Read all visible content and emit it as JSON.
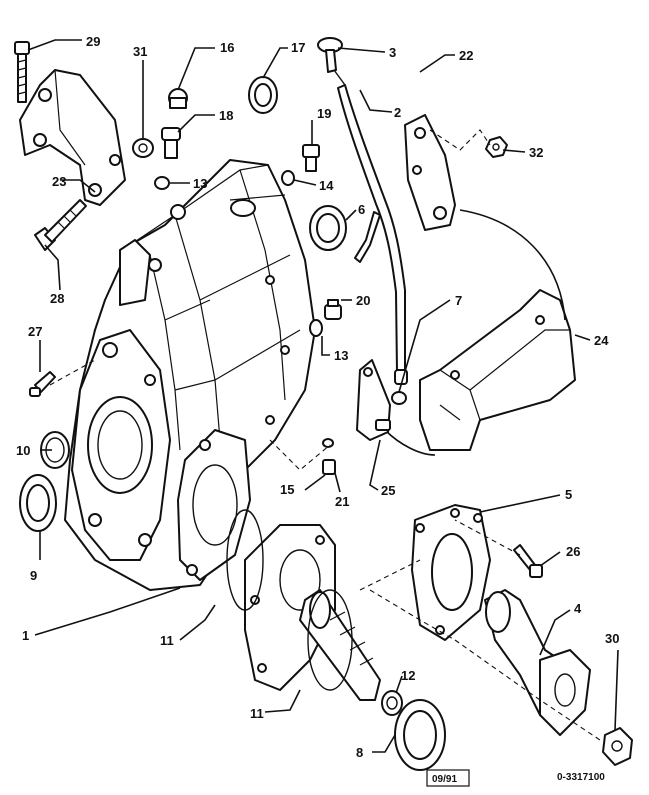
{
  "diagram": {
    "callouts": {
      "c1": "1",
      "c2": "2",
      "c3": "3",
      "c4": "4",
      "c5": "5",
      "c6": "6",
      "c7": "7",
      "c8": "8",
      "c9": "9",
      "c10": "10",
      "c11a": "11",
      "c11b": "11",
      "c12": "12",
      "c13a": "13",
      "c13b": "13",
      "c14": "14",
      "c15": "15",
      "c16": "16",
      "c17": "17",
      "c18": "18",
      "c19": "19",
      "c20": "20",
      "c21": "21",
      "c22": "22",
      "c23": "23",
      "c24": "24",
      "c25": "25",
      "c26": "26",
      "c27": "27",
      "c28": "28",
      "c29": "29",
      "c30": "30",
      "c31": "31",
      "c32": "32"
    },
    "date_stamp": "09/91",
    "figure_code": "0-3317100"
  }
}
